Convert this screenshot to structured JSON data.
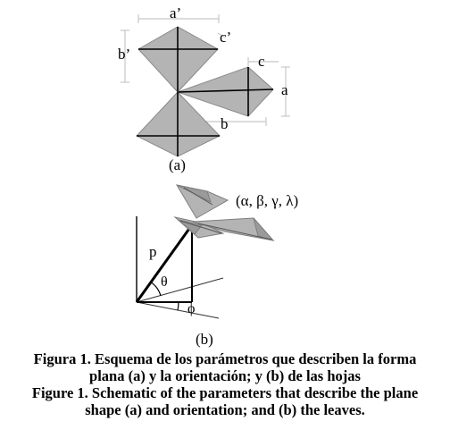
{
  "panel_a": {
    "labels": {
      "a_prime": "a’",
      "c_prime": "c’",
      "b_prime": "b’",
      "c": "c",
      "a": "a",
      "b": "b"
    },
    "panel_label": "(a)"
  },
  "panel_b": {
    "orientation_label": "(α, β, γ, λ)",
    "p_label": "p",
    "theta_label": "θ",
    "phi_label": "ϕ",
    "panel_label": "(b)"
  },
  "caption": {
    "es_line1": "Figura 1. Esquema de los parámetros que describen la forma",
    "es_line2": "plana (a) y la orientación; y (b) de las hojas",
    "en_line1": "Figure 1. Schematic of the parameters that describe the plane",
    "en_line2": "shape (a) and orientation; and (b) the leaves."
  },
  "colors": {
    "leaf_fill": "#b4b4b4",
    "leaf_edge": "#8a8a8a",
    "guide_line": "#c8c8c8",
    "ink": "#000000"
  }
}
